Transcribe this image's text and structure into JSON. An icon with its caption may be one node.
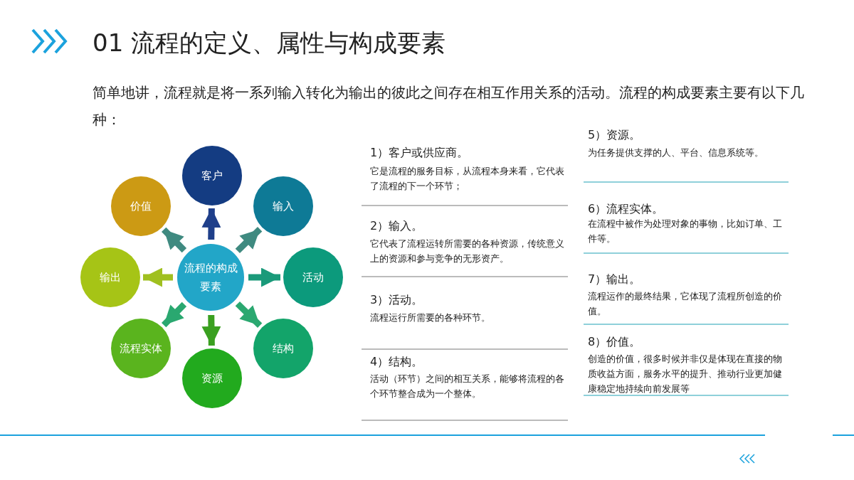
{
  "diagram": {
    "title": "01 流程的定义、属性与构成要素",
    "nodes": [
      {
        "text": [
          "流程的构成要素"
        ]
      },
      {
        "text": [
          "客户"
        ]
      },
      {
        "text": [
          "输入"
        ]
      },
      {
        "text": [
          "活动"
        ]
      },
      {
        "text": [
          "结构"
        ]
      },
      {
        "text": [
          "资源"
        ]
      },
      {
        "text": [
          "流程实体"
        ]
      },
      {
        "text": [
          "输出"
        ]
      },
      {
        "text": [
          "价值"
        ]
      }
    ],
    "edges": [
      {
        "from": 0,
        "to": 1,
        "arrow": "to",
        "color": "#1f3f8a"
      },
      {
        "from": 0,
        "to": 2,
        "arrow": "to",
        "color": "#3f8a80"
      },
      {
        "from": 0,
        "to": 3,
        "arrow": "to",
        "color": "#1a9a7a"
      },
      {
        "from": 0,
        "to": 4,
        "arrow": "to",
        "color": "#2aa870"
      },
      {
        "from": 0,
        "to": 5,
        "arrow": "to",
        "color": "#3aa020"
      },
      {
        "from": 0,
        "to": 6,
        "arrow": "to",
        "color": "#2aa870"
      },
      {
        "from": 0,
        "to": 7,
        "arrow": "to",
        "color": "#a0c020"
      },
      {
        "from": 0,
        "to": 8,
        "arrow": "to",
        "color": "#3f8a80"
      }
    ],
    "labels": [
      "简单地讲，流程就是将一系列输入转化为输出的彼此之间存在相互作用关系的活动。流程的构成要素主要有以下几种：",
      "1）客户或供应商。",
      "它是流程的服务目标，从流程本身来看，它代表了流程的下一个环节；",
      "2）输入。",
      "它代表了流程运转所需要的各种资源，传统意义上的资源和参与竞争的无形资产。",
      "3）活动。",
      "流程运行所需要的各种环节。",
      "4）结构。",
      "活动（环节）之间的相互关系，能够将流程的各个环节整合成为一个整体。",
      "5）资源。",
      "为任务提供支撑的人、平台、信息系统等。",
      "6）流程实体。",
      "在流程中被作为处理对象的事物，比如订单、工件等。",
      "7）输出。",
      "流程运作的最终结果，它体现了流程所创造的价值。",
      "8）价值。",
      "创造的价值，很多时候并非仅是体现在直接的物质收益方面，服务水平的提升、推动行业更加健康稳定地持续向前发展等"
    ]
  }
}
